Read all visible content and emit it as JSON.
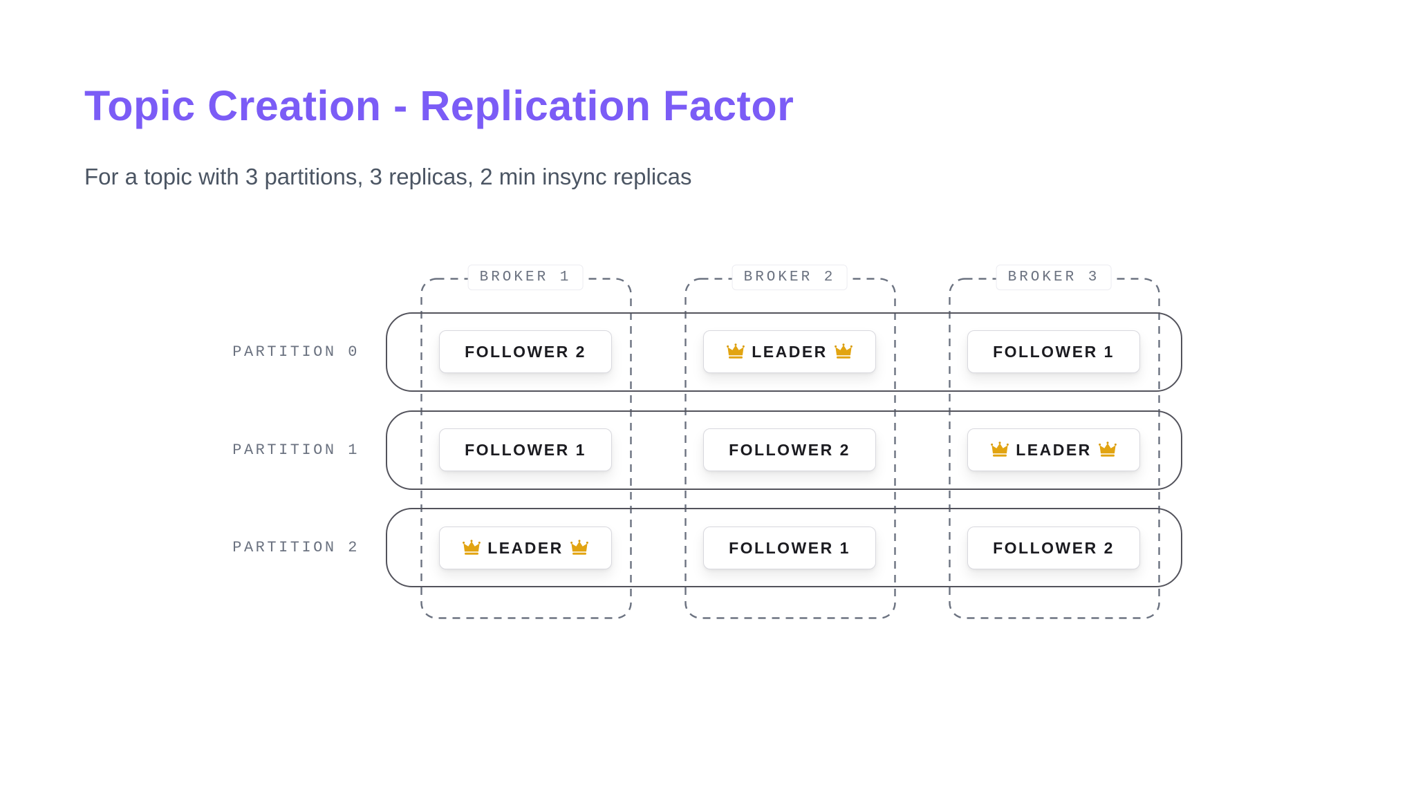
{
  "header": {
    "title": "Topic Creation - Replication Factor",
    "subtitle": "For a topic with 3 partitions, 3 replicas, 2 min insync replicas"
  },
  "colors": {
    "accent_purple": "#7B5CF6",
    "subtitle_text": "#4B5563",
    "label_gray": "#6B7280",
    "dashed_border": "#6B7280",
    "row_border": "#52525B",
    "cell_border": "#D8D8DE",
    "cell_text": "#1B1B20",
    "crown_gold": "#E2A411",
    "background": "#FFFFFF"
  },
  "diagram": {
    "brokers": [
      {
        "label": "BROKER 1"
      },
      {
        "label": "BROKER 2"
      },
      {
        "label": "BROKER 3"
      }
    ],
    "partitions": [
      {
        "label": "PARTITION 0",
        "cells": [
          {
            "text": "FOLLOWER 2",
            "leader": false
          },
          {
            "text": "LEADER",
            "leader": true
          },
          {
            "text": "FOLLOWER 1",
            "leader": false
          }
        ]
      },
      {
        "label": "PARTITION 1",
        "cells": [
          {
            "text": "FOLLOWER 1",
            "leader": false
          },
          {
            "text": "FOLLOWER 2",
            "leader": false
          },
          {
            "text": "LEADER",
            "leader": true
          }
        ]
      },
      {
        "label": "PARTITION 2",
        "cells": [
          {
            "text": "LEADER",
            "leader": true
          },
          {
            "text": "FOLLOWER 1",
            "leader": false
          },
          {
            "text": "FOLLOWER 2",
            "leader": false
          }
        ]
      }
    ]
  }
}
